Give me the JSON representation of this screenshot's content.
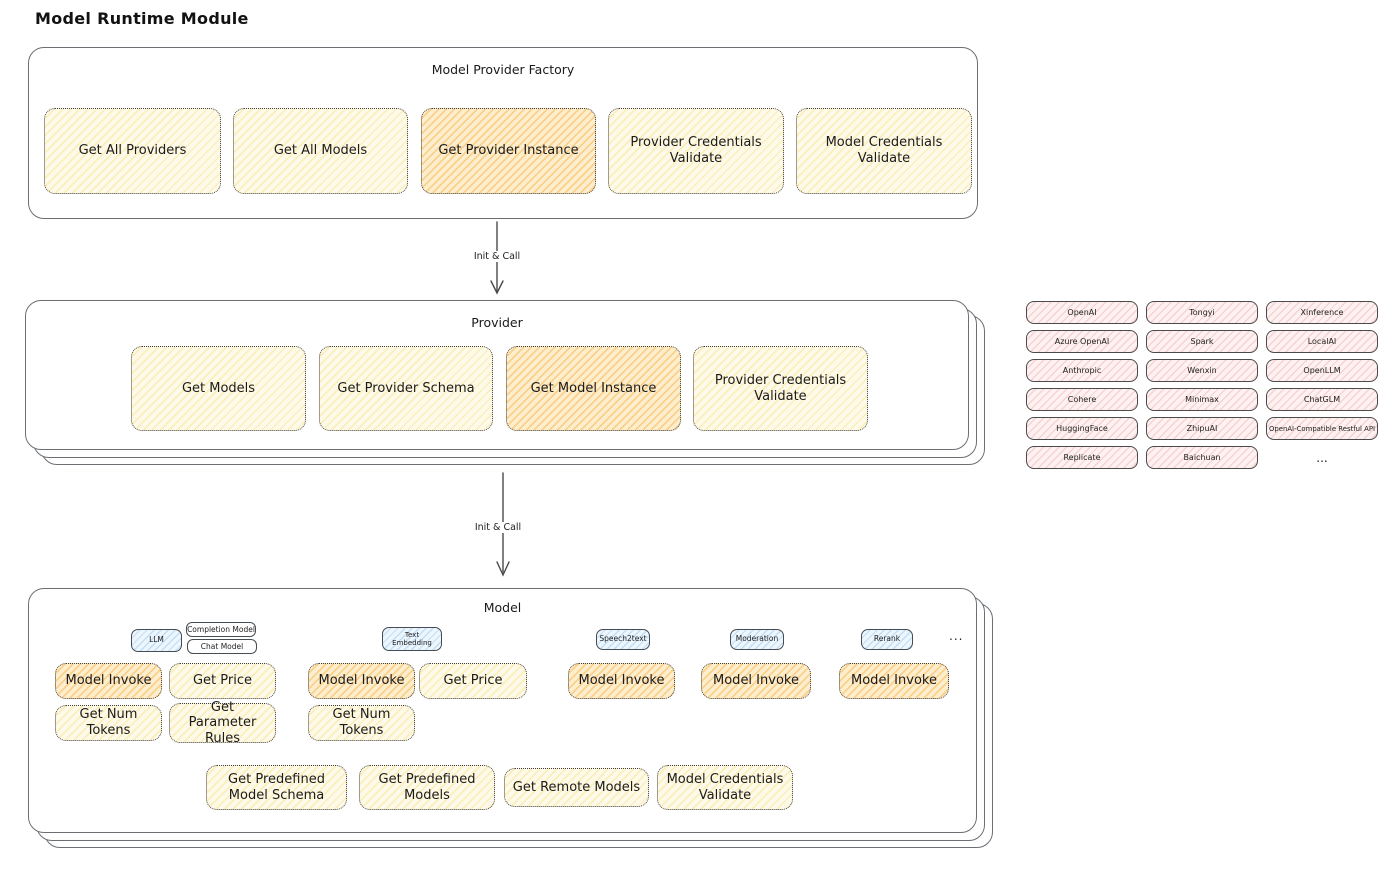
{
  "page_title": "Model Runtime Module",
  "arrows": [
    {
      "label": "Init & Call"
    },
    {
      "label": "Init & Call"
    }
  ],
  "colors": {
    "yellow_fill": "#fff9db",
    "orange_fill": "#ffd8a8",
    "pink_fill": "#ffe3e3",
    "blue_fill": "#d0ebff",
    "stroke": "#3e3e3e"
  },
  "factory": {
    "title": "Model Provider Factory",
    "boxes": [
      {
        "label": "Get All Providers",
        "highlighted": false
      },
      {
        "label": "Get All Models",
        "highlighted": false
      },
      {
        "label": "Get Provider Instance",
        "highlighted": true
      },
      {
        "label": "Provider Credentials Validate",
        "highlighted": false
      },
      {
        "label": "Model Credentials Validate",
        "highlighted": false
      }
    ]
  },
  "provider": {
    "title": "Provider",
    "boxes": [
      {
        "label": "Get Models",
        "highlighted": false
      },
      {
        "label": "Get Provider Schema",
        "highlighted": false
      },
      {
        "label": "Get Model Instance",
        "highlighted": true
      },
      {
        "label": "Provider Credentials Validate",
        "highlighted": false
      }
    ]
  },
  "providers_list": {
    "items": [
      "OpenAI",
      "Tongyi",
      "Xinference",
      "Azure OpenAI",
      "Spark",
      "LocalAI",
      "Anthropic",
      "Wenxin",
      "OpenLLM",
      "Cohere",
      "Minimax",
      "ChatGLM",
      "HuggingFace",
      "ZhipuAI",
      "OpenAI-Compatible Restful API",
      "Replicate",
      "Baichuan"
    ],
    "more": "..."
  },
  "model": {
    "title": "Model",
    "more": "...",
    "llm": {
      "tag": "LLM",
      "subtags": [
        "Completion Model",
        "Chat Model"
      ],
      "functions": [
        "Model Invoke",
        "Get Price",
        "Get Num Tokens",
        "Get Parameter Rules"
      ]
    },
    "text_embedding": {
      "tag": "Text Embedding",
      "functions": [
        "Model Invoke",
        "Get Price",
        "Get Num Tokens"
      ]
    },
    "speech2text": {
      "tag": "Speech2text",
      "functions": [
        "Model Invoke"
      ]
    },
    "moderation": {
      "tag": "Moderation",
      "functions": [
        "Model Invoke"
      ]
    },
    "rerank": {
      "tag": "Rerank",
      "functions": [
        "Model Invoke"
      ]
    },
    "shared_functions": [
      "Get Predefined Model Schema",
      "Get Predefined Models",
      "Get Remote Models",
      "Model Credentials Validate"
    ]
  }
}
